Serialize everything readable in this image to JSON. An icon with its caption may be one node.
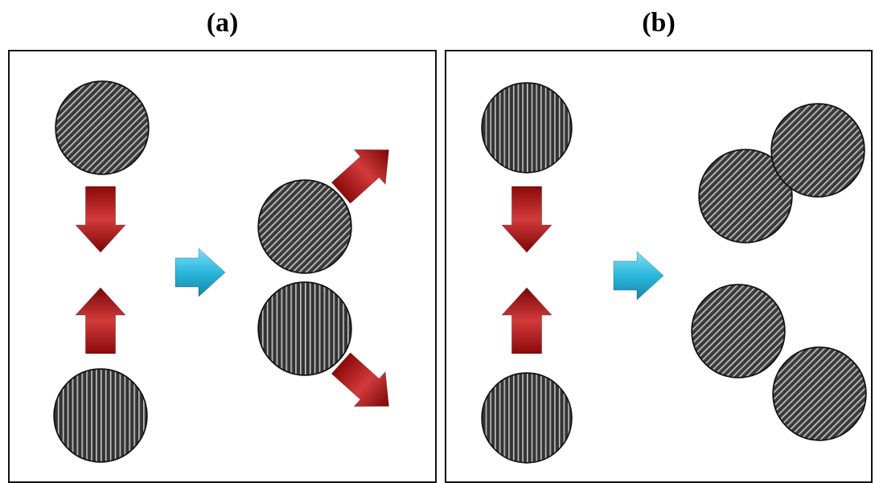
{
  "diagram": {
    "nodes": [
      {
        "text": [
          "(a)"
        ]
      },
      {
        "text": [
          "(b)"
        ]
      },
      {
        "text": [],
        "shape": "circle",
        "in": 0
      },
      {
        "text": [],
        "shape": "circle",
        "in": 0
      },
      {
        "text": [],
        "shape": "circle",
        "in": 0
      },
      {
        "text": [],
        "shape": "circle",
        "in": 0
      },
      {
        "text": [],
        "shape": "circle",
        "in": 1
      },
      {
        "text": [],
        "shape": "circle",
        "in": 1
      },
      {
        "text": [],
        "shape": "circle",
        "in": 1
      },
      {
        "text": [],
        "shape": "circle",
        "in": 1
      },
      {
        "text": [],
        "shape": "circle",
        "in": 1
      },
      {
        "text": [],
        "shape": "circle",
        "in": 1
      }
    ]
  }
}
